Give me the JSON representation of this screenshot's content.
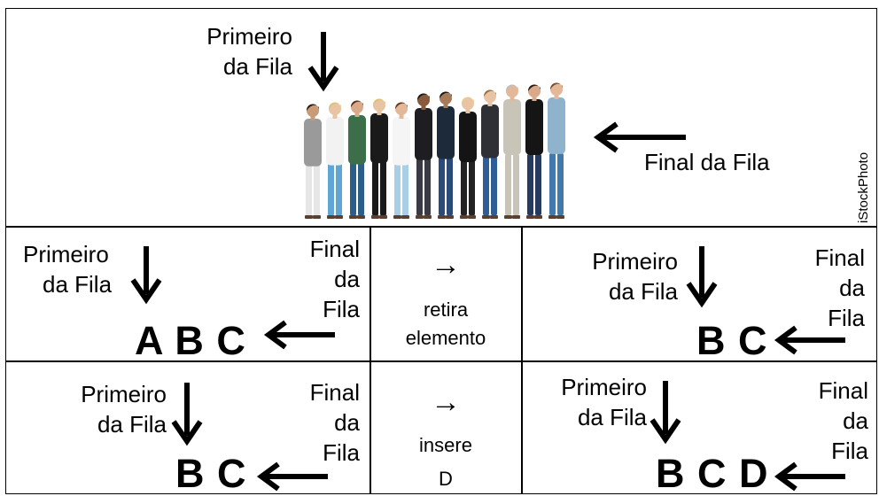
{
  "labels": {
    "primeiro": [
      "Primeiro",
      "da Fila"
    ],
    "final_line": "Final da Fila",
    "final": [
      "Final",
      "da",
      "Fila"
    ]
  },
  "credit": "iStockPhoto",
  "operations": {
    "remove": {
      "arrow": "→",
      "text": [
        "retira",
        "elemento"
      ]
    },
    "insert": {
      "arrow": "→",
      "text": [
        "insere",
        "D"
      ]
    }
  },
  "queues": {
    "before_remove": "A B C",
    "after_remove": "B C",
    "before_insert": "B C",
    "after_insert": "B C D"
  },
  "colors": {
    "line": "#000000",
    "background": "#ffffff"
  }
}
